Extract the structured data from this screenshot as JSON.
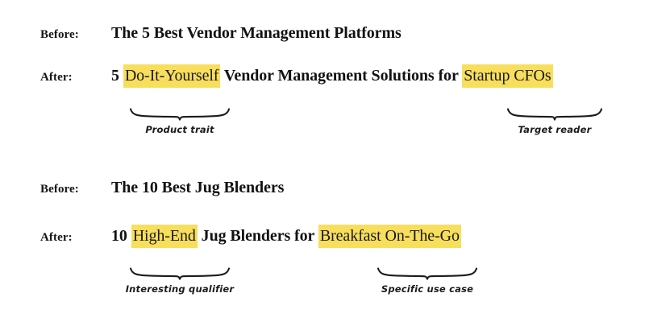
{
  "page": {
    "background_color": "#ffffff",
    "text_color": "#121212",
    "highlight_color": "#f8de5d"
  },
  "examples": [
    {
      "before": {
        "label": "Before:",
        "text": "The 5 Best Vendor Management Platforms"
      },
      "after": {
        "label": "After:",
        "segments": [
          {
            "text": "5 ",
            "highlighted": false
          },
          {
            "text": "Do-It-Yourself",
            "highlighted": true
          },
          {
            "text": " Vendor Management Solutions for ",
            "highlighted": false
          },
          {
            "text": "Startup CFOs",
            "highlighted": true
          }
        ]
      },
      "annotations": [
        {
          "caption": "Product trait",
          "icon": "curly-brace-up-icon"
        },
        {
          "caption": "Target reader",
          "icon": "curly-brace-up-icon"
        }
      ]
    },
    {
      "before": {
        "label": "Before:",
        "text": "The 10 Best Jug Blenders"
      },
      "after": {
        "label": "After:",
        "segments": [
          {
            "text": "10 ",
            "highlighted": false
          },
          {
            "text": "High-End",
            "highlighted": true
          },
          {
            "text": " Jug Blenders for ",
            "highlighted": false
          },
          {
            "text": "Breakfast On-The-Go",
            "highlighted": true
          }
        ]
      },
      "annotations": [
        {
          "caption": "Interesting qualifier",
          "icon": "curly-brace-up-icon"
        },
        {
          "caption": "Specific use case",
          "icon": "curly-brace-up-icon"
        }
      ]
    }
  ]
}
